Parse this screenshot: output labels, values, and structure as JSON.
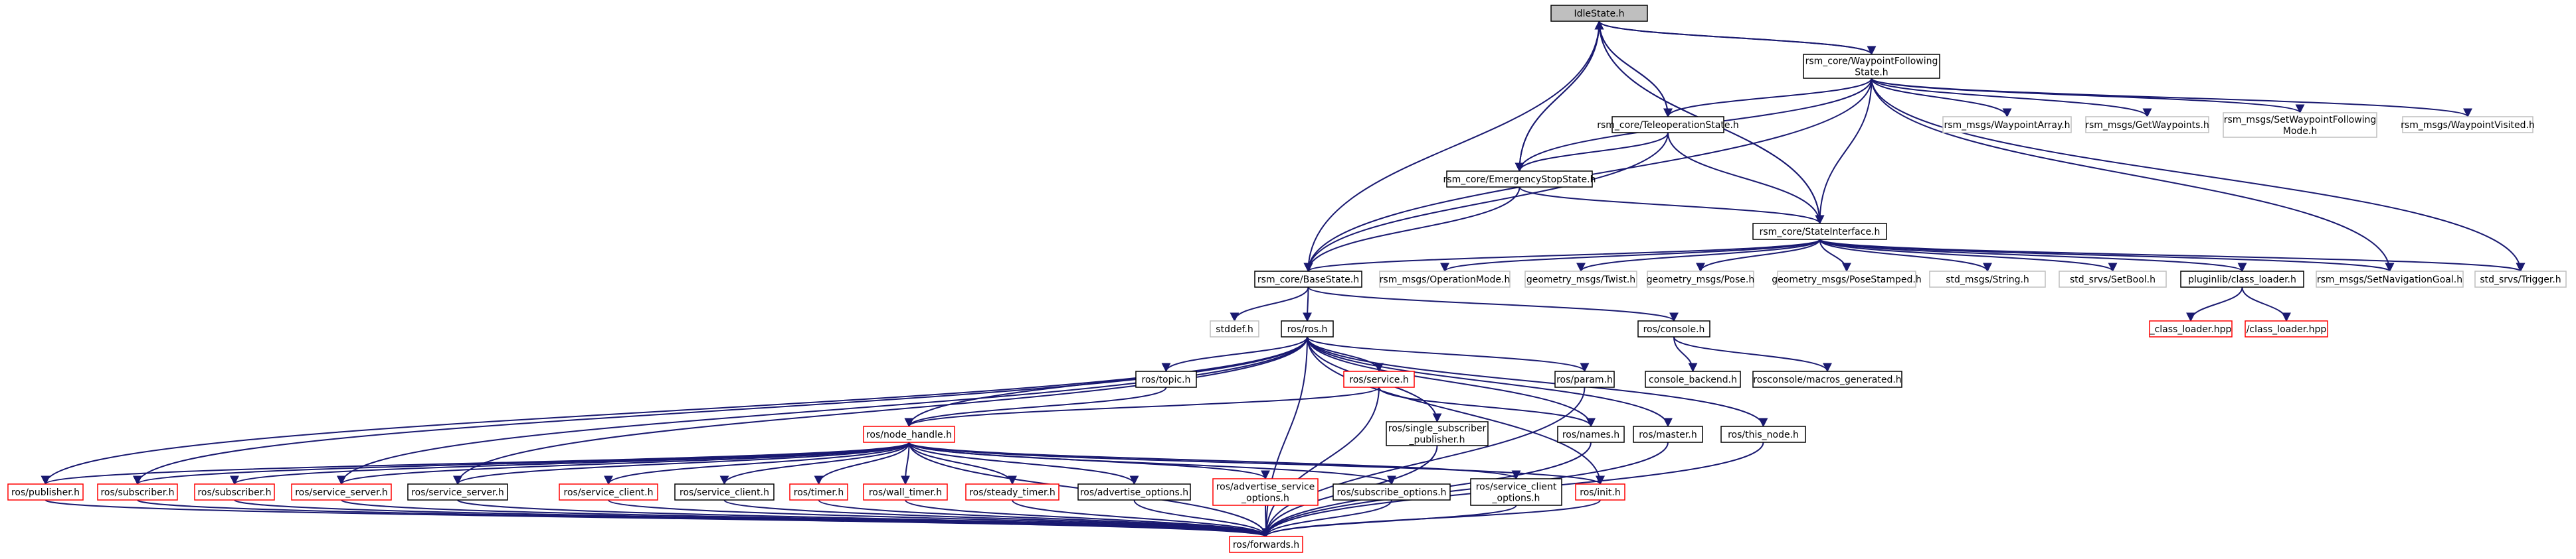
{
  "colors": {
    "edge": "#191970",
    "node_border": "#000000",
    "node_border_missing": "#ff0000",
    "node_border_external": "#bfbfbf",
    "node_fill": "#ffffff",
    "node_fill_root": "#bfbfbf"
  },
  "nodes": [
    {
      "id": "idle",
      "lines": [
        "IdleState.h"
      ],
      "kind": "root"
    },
    {
      "id": "wpf",
      "lines": [
        "rsm_core/WaypointFollowing",
        "State.h"
      ],
      "kind": "normal"
    },
    {
      "id": "tele",
      "lines": [
        "rsm_core/TeleoperationState.h"
      ],
      "kind": "normal"
    },
    {
      "id": "estop",
      "lines": [
        "rsm_core/EmergencyStopState.h"
      ],
      "kind": "normal"
    },
    {
      "id": "si",
      "lines": [
        "rsm_core/StateInterface.h"
      ],
      "kind": "normal"
    },
    {
      "id": "bs",
      "lines": [
        "rsm_core/BaseState.h"
      ],
      "kind": "normal"
    },
    {
      "id": "wa",
      "lines": [
        "rsm_msgs/WaypointArray.h"
      ],
      "kind": "external"
    },
    {
      "id": "gw",
      "lines": [
        "rsm_msgs/GetWaypoints.h"
      ],
      "kind": "external"
    },
    {
      "id": "swfm",
      "lines": [
        "rsm_msgs/SetWaypointFollowing",
        "Mode.h"
      ],
      "kind": "external"
    },
    {
      "id": "wv",
      "lines": [
        "rsm_msgs/WaypointVisited.h"
      ],
      "kind": "external"
    },
    {
      "id": "om",
      "lines": [
        "rsm_msgs/OperationMode.h"
      ],
      "kind": "external"
    },
    {
      "id": "tw",
      "lines": [
        "geometry_msgs/Twist.h"
      ],
      "kind": "external"
    },
    {
      "id": "po",
      "lines": [
        "geometry_msgs/Pose.h"
      ],
      "kind": "external"
    },
    {
      "id": "ps",
      "lines": [
        "geometry_msgs/PoseStamped.h"
      ],
      "kind": "external"
    },
    {
      "id": "st",
      "lines": [
        "std_msgs/String.h"
      ],
      "kind": "external"
    },
    {
      "id": "sb",
      "lines": [
        "std_srvs/SetBool.h"
      ],
      "kind": "external"
    },
    {
      "id": "cl",
      "lines": [
        "pluginlib/class_loader.h"
      ],
      "kind": "normal"
    },
    {
      "id": "sng",
      "lines": [
        "rsm_msgs/SetNavigationGoal.h"
      ],
      "kind": "external"
    },
    {
      "id": "tr",
      "lines": [
        "std_srvs/Trigger.h"
      ],
      "kind": "external"
    },
    {
      "id": "cl1",
      "lines": [
        "_class_loader.hpp"
      ],
      "kind": "missing"
    },
    {
      "id": "cl2",
      "lines": [
        "/class_loader.hpp"
      ],
      "kind": "missing"
    },
    {
      "id": "stddef",
      "lines": [
        "stddef.h"
      ],
      "kind": "external"
    },
    {
      "id": "ros",
      "lines": [
        "ros/ros.h"
      ],
      "kind": "normal"
    },
    {
      "id": "console",
      "lines": [
        "ros/console.h"
      ],
      "kind": "normal"
    },
    {
      "id": "cb",
      "lines": [
        "console_backend.h"
      ],
      "kind": "normal"
    },
    {
      "id": "mg",
      "lines": [
        "rosconsole/macros_generated.h"
      ],
      "kind": "normal"
    },
    {
      "id": "topic",
      "lines": [
        "ros/topic.h"
      ],
      "kind": "normal"
    },
    {
      "id": "service",
      "lines": [
        "ros/service.h"
      ],
      "kind": "missing"
    },
    {
      "id": "param",
      "lines": [
        "ros/param.h"
      ],
      "kind": "normal"
    },
    {
      "id": "ssp",
      "lines": [
        "ros/single_subscriber",
        "_publisher.h"
      ],
      "kind": "normal"
    },
    {
      "id": "names",
      "lines": [
        "ros/names.h"
      ],
      "kind": "normal"
    },
    {
      "id": "master",
      "lines": [
        "ros/master.h"
      ],
      "kind": "normal"
    },
    {
      "id": "thisnode",
      "lines": [
        "ros/this_node.h"
      ],
      "kind": "normal"
    },
    {
      "id": "nh",
      "lines": [
        "ros/node_handle.h"
      ],
      "kind": "missing"
    },
    {
      "id": "pub",
      "lines": [
        "ros/publisher.h"
      ],
      "kind": "missing"
    },
    {
      "id": "sub1",
      "lines": [
        "ros/subscriber.h"
      ],
      "kind": "missing"
    },
    {
      "id": "sub2",
      "lines": [
        "ros/subscriber.h"
      ],
      "kind": "missing"
    },
    {
      "id": "ss1",
      "lines": [
        "ros/service_server.h"
      ],
      "kind": "missing"
    },
    {
      "id": "ss2",
      "lines": [
        "ros/service_server.h"
      ],
      "kind": "normal"
    },
    {
      "id": "sc1",
      "lines": [
        "ros/service_client.h"
      ],
      "kind": "missing"
    },
    {
      "id": "sc2",
      "lines": [
        "ros/service_client.h"
      ],
      "kind": "normal"
    },
    {
      "id": "timer",
      "lines": [
        "ros/timer.h"
      ],
      "kind": "missing"
    },
    {
      "id": "wt",
      "lines": [
        "ros/wall_timer.h"
      ],
      "kind": "missing"
    },
    {
      "id": "stt",
      "lines": [
        "ros/steady_timer.h"
      ],
      "kind": "missing"
    },
    {
      "id": "ao",
      "lines": [
        "ros/advertise_options.h"
      ],
      "kind": "normal"
    },
    {
      "id": "aso",
      "lines": [
        "ros/advertise_service",
        "_options.h"
      ],
      "kind": "missing"
    },
    {
      "id": "so",
      "lines": [
        "ros/subscribe_options.h"
      ],
      "kind": "normal"
    },
    {
      "id": "sco",
      "lines": [
        "ros/service_client",
        "_options.h"
      ],
      "kind": "normal"
    },
    {
      "id": "init",
      "lines": [
        "ros/init.h"
      ],
      "kind": "missing"
    },
    {
      "id": "fwd",
      "lines": [
        "ros/forwards.h"
      ],
      "kind": "missing"
    }
  ],
  "edges": [
    [
      "idle",
      "bs"
    ],
    [
      "idle",
      "wpf"
    ],
    [
      "idle",
      "tele"
    ],
    [
      "idle",
      "estop"
    ],
    [
      "idle",
      "si"
    ],
    [
      "wpf",
      "tele"
    ],
    [
      "wpf",
      "estop"
    ],
    [
      "wpf",
      "si"
    ],
    [
      "wpf",
      "bs"
    ],
    [
      "wpf",
      "wa"
    ],
    [
      "wpf",
      "gw"
    ],
    [
      "wpf",
      "swfm"
    ],
    [
      "wpf",
      "wv"
    ],
    [
      "wpf",
      "sng"
    ],
    [
      "wpf",
      "tr"
    ],
    [
      "wpf",
      "idle"
    ],
    [
      "tele",
      "estop"
    ],
    [
      "tele",
      "si"
    ],
    [
      "tele",
      "bs"
    ],
    [
      "tele",
      "idle"
    ],
    [
      "estop",
      "si"
    ],
    [
      "estop",
      "bs"
    ],
    [
      "estop",
      "idle"
    ],
    [
      "si",
      "bs"
    ],
    [
      "si",
      "om"
    ],
    [
      "si",
      "tw"
    ],
    [
      "si",
      "po"
    ],
    [
      "si",
      "ps"
    ],
    [
      "si",
      "st"
    ],
    [
      "si",
      "sb"
    ],
    [
      "si",
      "cl"
    ],
    [
      "si",
      "sng"
    ],
    [
      "si",
      "tr"
    ],
    [
      "si",
      "idle"
    ],
    [
      "bs",
      "stddef"
    ],
    [
      "bs",
      "ros"
    ],
    [
      "bs",
      "console"
    ],
    [
      "cl",
      "cl1"
    ],
    [
      "cl",
      "cl2"
    ],
    [
      "console",
      "cb"
    ],
    [
      "console",
      "mg"
    ],
    [
      "ros",
      "topic"
    ],
    [
      "ros",
      "service"
    ],
    [
      "ros",
      "param"
    ],
    [
      "ros",
      "ssp"
    ],
    [
      "ros",
      "names"
    ],
    [
      "ros",
      "master"
    ],
    [
      "ros",
      "thisnode"
    ],
    [
      "ros",
      "nh"
    ],
    [
      "ros",
      "pub"
    ],
    [
      "ros",
      "sub1"
    ],
    [
      "ros",
      "ss1"
    ],
    [
      "ros",
      "ss2"
    ],
    [
      "ros",
      "init"
    ],
    [
      "ros",
      "fwd"
    ],
    [
      "topic",
      "nh"
    ],
    [
      "service",
      "nh"
    ],
    [
      "service",
      "names"
    ],
    [
      "service",
      "fwd"
    ],
    [
      "ssp",
      "fwd"
    ],
    [
      "names",
      "fwd"
    ],
    [
      "master",
      "fwd"
    ],
    [
      "thisnode",
      "fwd"
    ],
    [
      "param",
      "fwd"
    ],
    [
      "nh",
      "pub"
    ],
    [
      "nh",
      "sub1"
    ],
    [
      "nh",
      "sub2"
    ],
    [
      "nh",
      "ss1"
    ],
    [
      "nh",
      "ss2"
    ],
    [
      "nh",
      "sc1"
    ],
    [
      "nh",
      "sc2"
    ],
    [
      "nh",
      "timer"
    ],
    [
      "nh",
      "wt"
    ],
    [
      "nh",
      "stt"
    ],
    [
      "nh",
      "ao"
    ],
    [
      "nh",
      "aso"
    ],
    [
      "nh",
      "so"
    ],
    [
      "nh",
      "sco"
    ],
    [
      "nh",
      "init"
    ],
    [
      "nh",
      "fwd"
    ],
    [
      "pub",
      "fwd"
    ],
    [
      "sub1",
      "fwd"
    ],
    [
      "sub2",
      "fwd"
    ],
    [
      "ss1",
      "fwd"
    ],
    [
      "ss2",
      "fwd"
    ],
    [
      "sc1",
      "fwd"
    ],
    [
      "sc2",
      "fwd"
    ],
    [
      "timer",
      "fwd"
    ],
    [
      "wt",
      "fwd"
    ],
    [
      "stt",
      "fwd"
    ],
    [
      "ao",
      "fwd"
    ],
    [
      "aso",
      "fwd"
    ],
    [
      "so",
      "fwd"
    ],
    [
      "sco",
      "fwd"
    ],
    [
      "init",
      "fwd"
    ]
  ]
}
